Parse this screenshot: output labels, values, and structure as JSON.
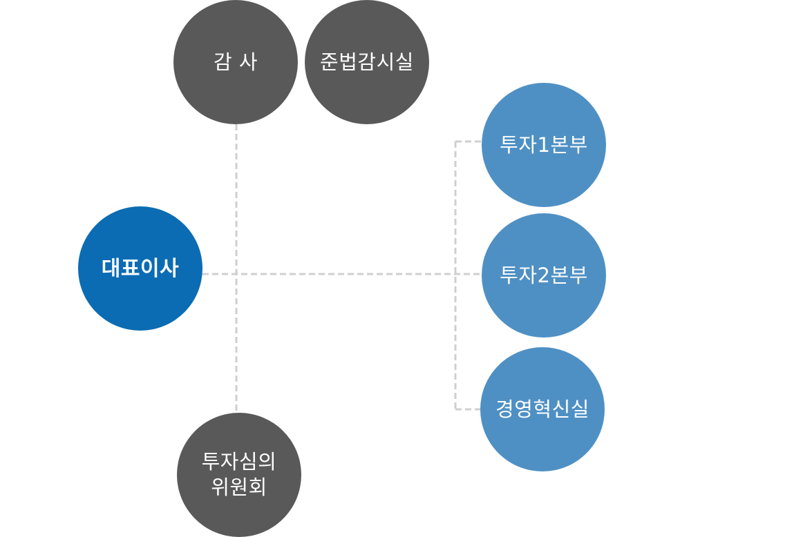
{
  "diagram": {
    "colors": {
      "dark_node": "#595959",
      "ceo_node": "#0b6cb3",
      "light_node": "#4f90c4",
      "connector": "#cfcfcf"
    },
    "nodes": {
      "audit": "감 사",
      "compliance": "준법감시실",
      "ceo": "대표이사",
      "investment_1": "투자1본부",
      "investment_2": "투자2본부",
      "management_innovation": "경영혁신실",
      "investment_committee": {
        "line1": "투자심의",
        "line2": "위원회"
      }
    }
  }
}
